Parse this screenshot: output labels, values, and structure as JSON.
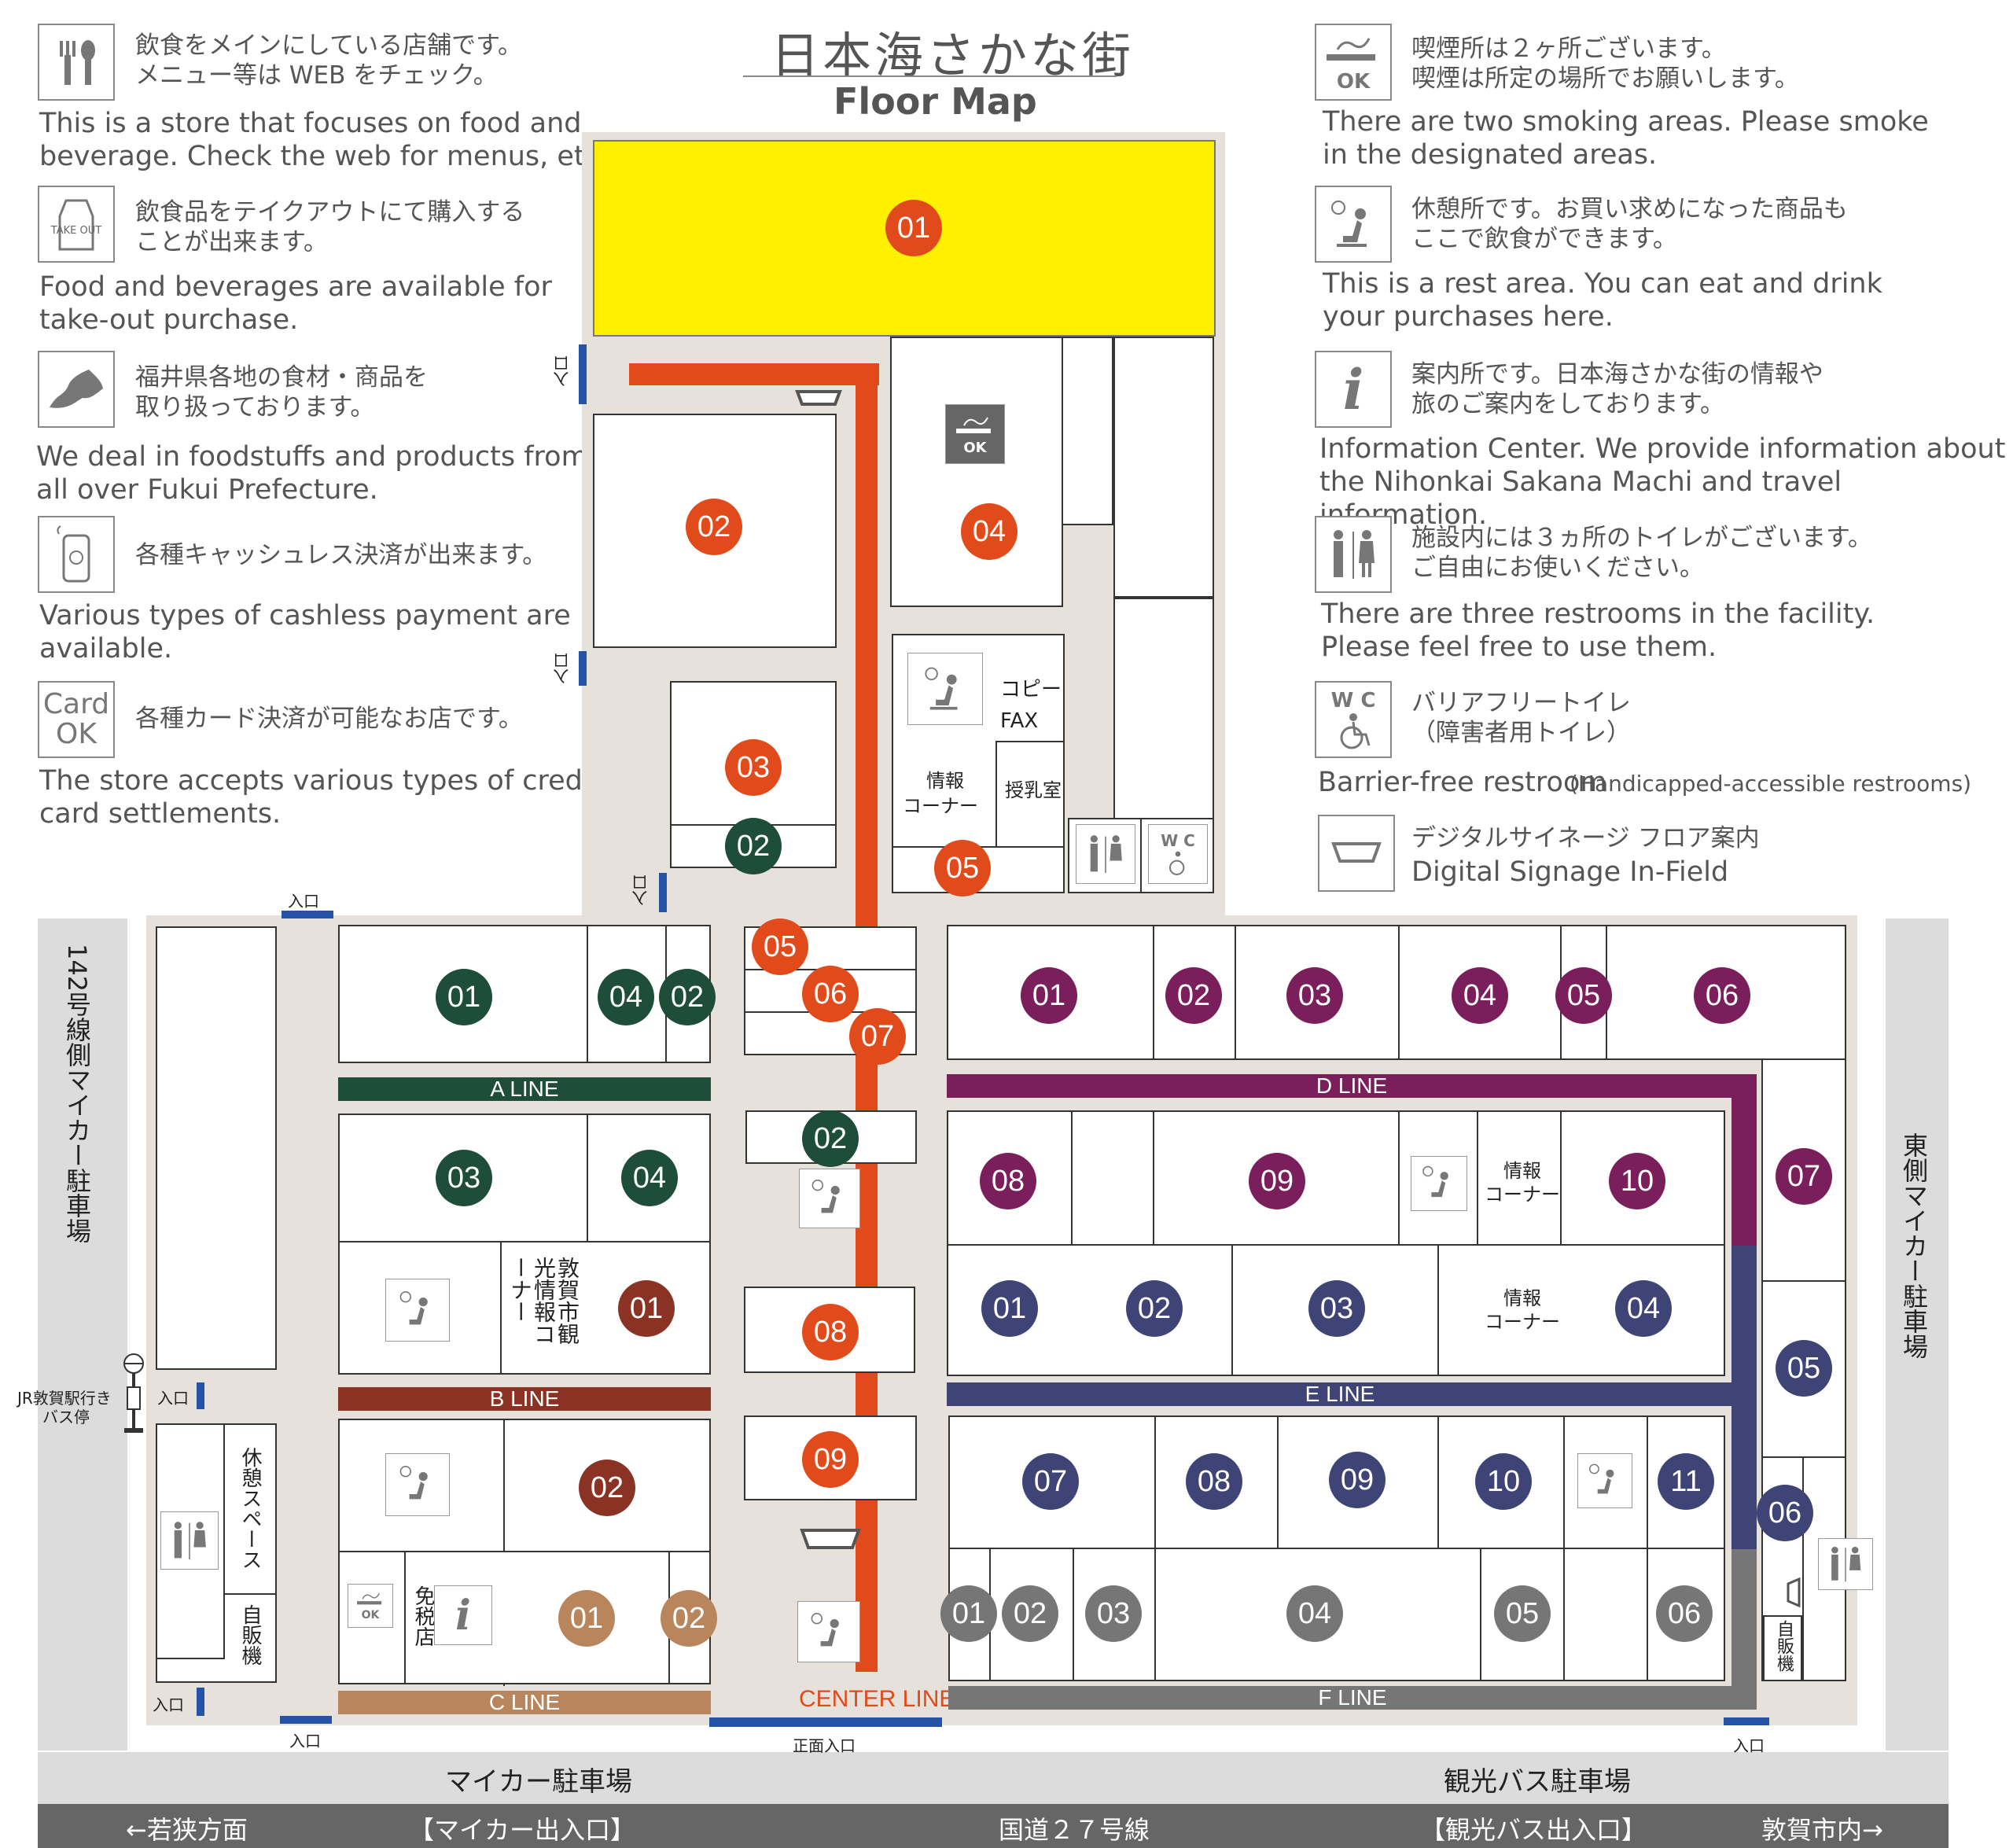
{
  "title": {
    "ja": "日本海さかな街",
    "en": "Floor Map"
  },
  "legend_left": [
    {
      "icon": "fork-spoon-icon",
      "ja1": "飲食をメインにしている店舗です。",
      "ja2": "メニュー等は WEB をチェック。",
      "en1": "This is a store that focuses on food and",
      "en2": "beverage. Check the web for menus, etc."
    },
    {
      "icon": "takeout-icon",
      "icon_text": "TAKE OUT",
      "ja1": "飲食品をテイクアウトにて購入する",
      "ja2": "ことが出来ます。",
      "en1": "Food and beverages are available for",
      "en2": "take-out purchase."
    },
    {
      "icon": "fukui-map-icon",
      "ja1": "福井県各地の食材・商品を",
      "ja2": "取り扱っております。",
      "en1": "We deal in foodstuffs and products from",
      "en2": "all over Fukui Prefecture."
    },
    {
      "icon": "cashless-phone-icon",
      "ja1": "各種キャッシュレス決済が出来ます。",
      "ja2": "",
      "en1": "Various types of cashless payment are",
      "en2": "available."
    },
    {
      "icon": "card-ok-icon",
      "icon_text1": "Card",
      "icon_text2": "OK",
      "ja1": "各種カード決済が可能なお店です。",
      "ja2": "",
      "en1": "The store accepts various types of credit",
      "en2": "card settlements."
    }
  ],
  "legend_right": [
    {
      "icon": "smoking-ok-icon",
      "icon_text": "OK",
      "ja1": "喫煙所は２ヶ所ございます。",
      "ja2": "喫煙は所定の場所でお願いします。",
      "en1": "There are two smoking areas. Please smoke",
      "en2": "in the designated areas."
    },
    {
      "icon": "rest-area-icon",
      "ja1": "休憩所です。お買い求めになった商品も",
      "ja2": "ここで飲食ができます。",
      "en1": "This is a rest area. You can eat and drink",
      "en2": "your purchases here."
    },
    {
      "icon": "information-icon",
      "icon_text": "i",
      "ja1": "案内所です。日本海さかな街の情報や",
      "ja2": "旅のご案内をしております。",
      "en1": "Information Center. We provide information about",
      "en2": "the Nihonkai Sakana Machi and travel information."
    },
    {
      "icon": "restroom-icon",
      "ja1": "施設内には３ヵ所のトイレがございます。",
      "ja2": "ご自由にお使いください。",
      "en1": "There are three restrooms in the facility.",
      "en2": "Please feel free to use them."
    },
    {
      "icon": "barrier-free-toilet-icon",
      "icon_text": "W C",
      "ja1": "バリアフリートイレ",
      "ja2": "（障害者用トイレ）",
      "en1": "Barrier-free restroom",
      "en1_small": "(Handicapped-accessible restrooms)",
      "en2": ""
    },
    {
      "icon": "digital-signage-icon",
      "ja1": "デジタルサイネージ フロア案内",
      "ja2": "",
      "en1": "Digital Signage In-Field",
      "en2": ""
    }
  ],
  "badges": {
    "top": {
      "b01": "01",
      "b02": "02",
      "b03": "03",
      "b02g": "02",
      "b04": "04",
      "b05": "05"
    },
    "a": [
      "01",
      "04",
      "02",
      "03",
      "04"
    ],
    "b": [
      "01",
      "02"
    ],
    "c": [
      "01",
      "02"
    ],
    "center": [
      "05",
      "06",
      "07",
      "02",
      "08",
      "09"
    ],
    "d": [
      "01",
      "02",
      "03",
      "04",
      "05",
      "06",
      "07",
      "08",
      "09",
      "10"
    ],
    "e": [
      "01",
      "02",
      "03",
      "04",
      "05",
      "06",
      "07",
      "08",
      "09",
      "10",
      "11"
    ],
    "f": [
      "01",
      "02",
      "03",
      "04",
      "05",
      "06"
    ]
  },
  "lines": {
    "a": "A LINE",
    "b": "B LINE",
    "c": "C LINE",
    "d": "D LINE",
    "e": "E LINE",
    "f": "F LINE",
    "center": "CENTER LINE"
  },
  "labels": {
    "entrance": "入口",
    "main_entrance": "正面入口",
    "copy": "コピー",
    "fax": "FAX",
    "info_corner_1": "情報",
    "info_corner_2": "コーナー",
    "nursing": "授乳室",
    "tsuruga_info": "敦賀市観光情報コーナー",
    "duty_free": "免税店",
    "rest_space": "休憩スペース",
    "vending": "自販機",
    "bus_stop_1": "JR敦賀駅行き",
    "bus_stop_2": "バス停",
    "west_parking": "142号線側マイカー駐車場",
    "east_parking": "東側マイカー駐車場",
    "car_parking": "マイカー駐車場",
    "bus_parking": "観光バス駐車場",
    "smoking_ok": "OK",
    "wc": "W C"
  },
  "road": {
    "left": "←若狭方面",
    "car_gate": "【マイカー出入口】",
    "route": "国道２７号線",
    "bus_gate": "【観光バス出入口】",
    "right": "敦賀市内→"
  },
  "colors": {
    "orange": "#e14a1b",
    "green": "#1e4d3a",
    "purple": "#7a1f5c",
    "navy": "#3f4476",
    "brown": "#8a3324",
    "tan": "#b9855c",
    "grey": "#767676",
    "yellow": "#fff000",
    "entrance": "#2554a6"
  }
}
